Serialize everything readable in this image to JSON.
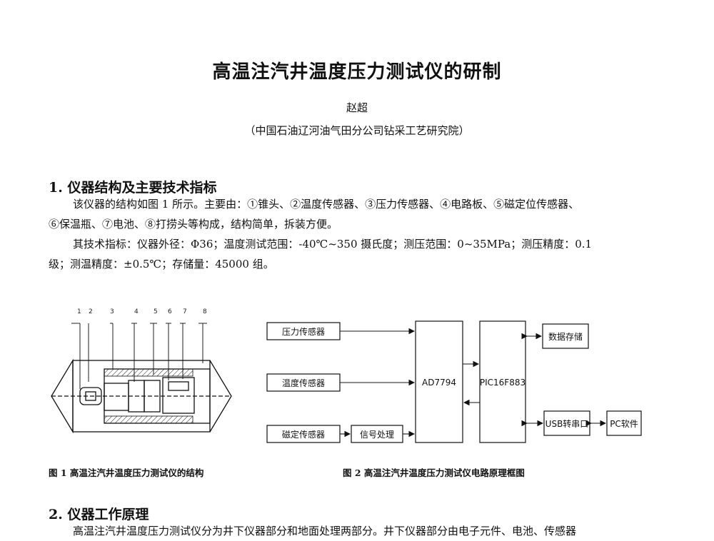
{
  "paper": {
    "title": "高温注汽井温度压力测试仪的研制",
    "author": "赵超",
    "affiliation": "（中国石油辽河油气田分公司钻采工艺研究院）"
  },
  "section1": {
    "heading": "1. 仪器结构及主要技术指标",
    "para1_line1": "该仪器的结构如图 1 所示。主要由：①锥头、②温度传感器、③压力传感器、④电路板、⑤磁定位传感器、",
    "para1_line2": "⑥保温瓶、⑦电池、⑧打捞头等构成，结构简单，拆装方便。",
    "para2_line1": "其技术指标：仪器外径：Φ36；温度测试范围：-40℃~350 摄氏度；测压范围：0~35MPa；测压精度：0.1",
    "para2_line2": "级；测温精度：±0.5℃；存储量：45000 组。"
  },
  "figure1": {
    "caption": "图 1 高温注汽井温度压力测试仪的结构",
    "labels": [
      "1",
      "2",
      "3",
      "4",
      "5",
      "6",
      "7",
      "8"
    ]
  },
  "figure2": {
    "caption": "图 2 高温注汽井温度压力测试仪电路原理框图",
    "blocks": {
      "pressure_sensor": "压力传感器",
      "temp_sensor": "温度传感器",
      "mag_sensor": "磁定传感器",
      "signal_proc": "信号处理",
      "adc": "AD7794",
      "mcu": "PIC16F883",
      "storage": "数据存储",
      "usb": "USB转串口",
      "pc": "PC软件"
    }
  },
  "section2": {
    "heading": "2. 仪器工作原理",
    "para1_line1": "高温注汽井温度压力测试仪分为井下仪器部分和地面处理两部分。井下仪器部分由电子元件、电池、传感器"
  }
}
